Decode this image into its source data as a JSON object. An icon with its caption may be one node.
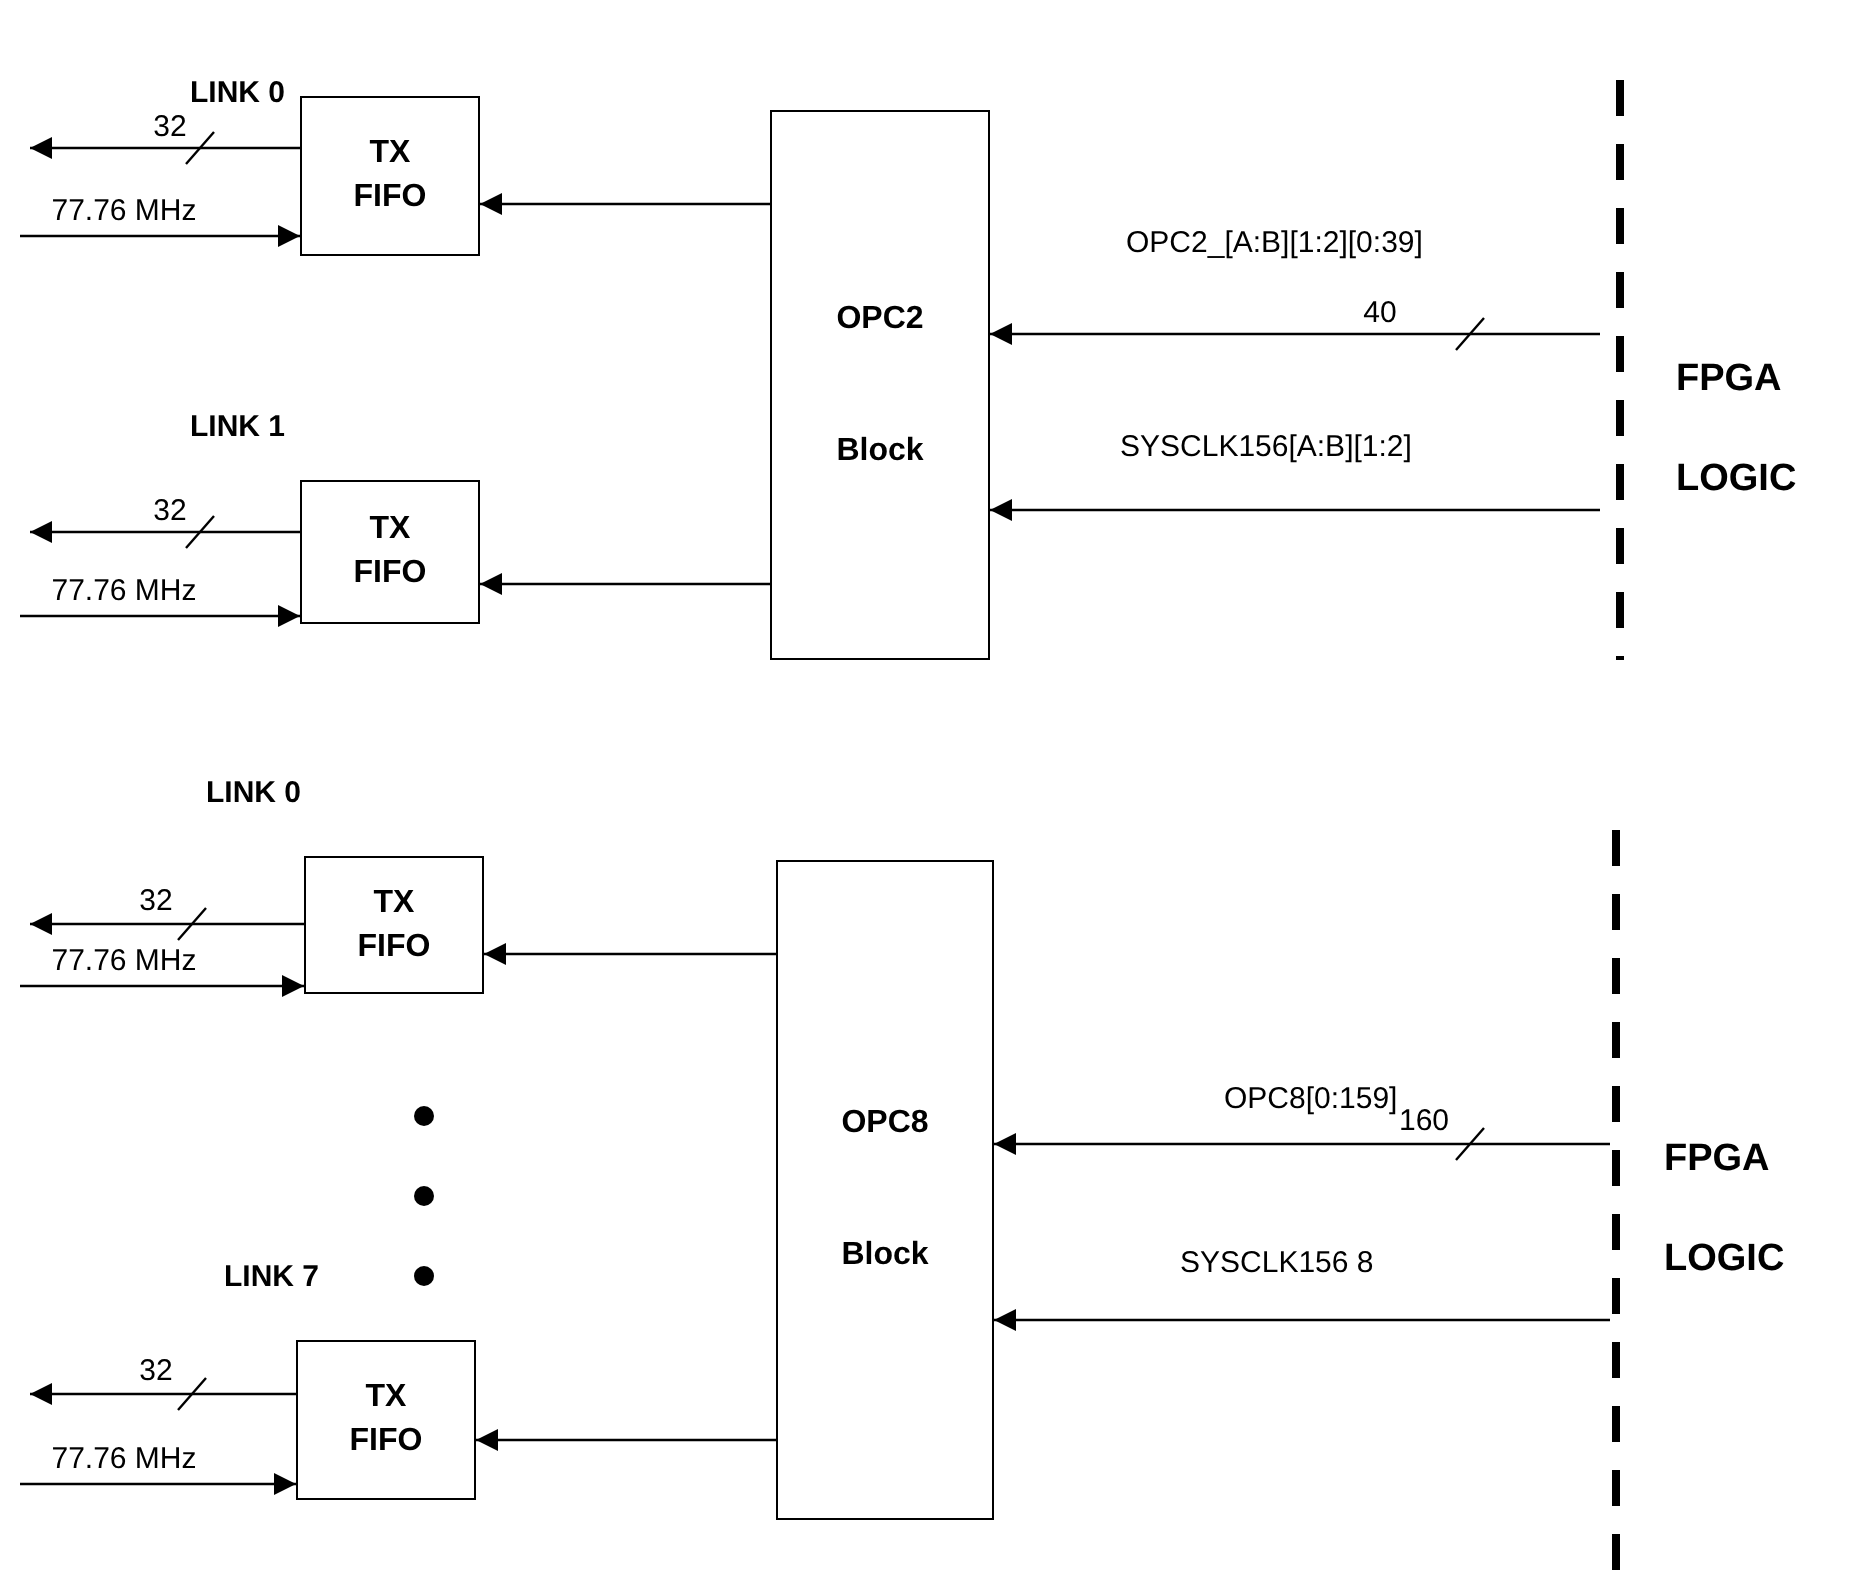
{
  "diagram": {
    "nodes": [
      {
        "text": [
          "TX FIFO"
        ]
      },
      {
        "text": [
          "TX FIFO"
        ]
      },
      {
        "text": [
          "OPC2",
          "Block"
        ]
      },
      {
        "text": [
          "TX FIFO"
        ]
      },
      {
        "text": [
          "TX FIFO"
        ]
      },
      {
        "text": [
          "OPC8",
          "Block"
        ]
      }
    ],
    "edges": [
      {
        "from": 2,
        "to": 0,
        "arrow": "to"
      },
      {
        "from": 0,
        "to": null,
        "arrow": "to",
        "label": "32"
      },
      {
        "from": null,
        "to": 0,
        "arrow": "to",
        "label": "77.76 MHz"
      },
      {
        "from": 2,
        "to": 1,
        "arrow": "to"
      },
      {
        "from": 1,
        "to": null,
        "arrow": "to",
        "label": "32"
      },
      {
        "from": null,
        "to": 1,
        "arrow": "to",
        "label": "77.76 MHz"
      },
      {
        "from": null,
        "to": 2,
        "arrow": "to",
        "label": "40"
      },
      {
        "from": null,
        "to": 2,
        "arrow": "to"
      },
      {
        "from": 5,
        "to": 3,
        "arrow": "to"
      },
      {
        "from": 3,
        "to": null,
        "arrow": "to",
        "label": "32"
      },
      {
        "from": null,
        "to": 3,
        "arrow": "to",
        "label": "77.76 MHz"
      },
      {
        "from": 5,
        "to": 4,
        "arrow": "to"
      },
      {
        "from": 4,
        "to": null,
        "arrow": "to",
        "label": "32"
      },
      {
        "from": null,
        "to": 4,
        "arrow": "to",
        "label": "77.76 MHz"
      },
      {
        "from": null,
        "to": 5,
        "arrow": "to",
        "label": "160"
      },
      {
        "from": null,
        "to": 5,
        "arrow": "to"
      }
    ],
    "labels": [
      "LINK 0",
      "OPC2_[A:B][1:2][0:39]",
      "FPGA LOGIC",
      "LINK 1",
      "SYSCLK156[A:B][1:2]",
      "LINK 0",
      "OPC8[0:159]",
      "FPGA LOGIC",
      "LINK 7",
      "SYSCLK156 8"
    ]
  }
}
